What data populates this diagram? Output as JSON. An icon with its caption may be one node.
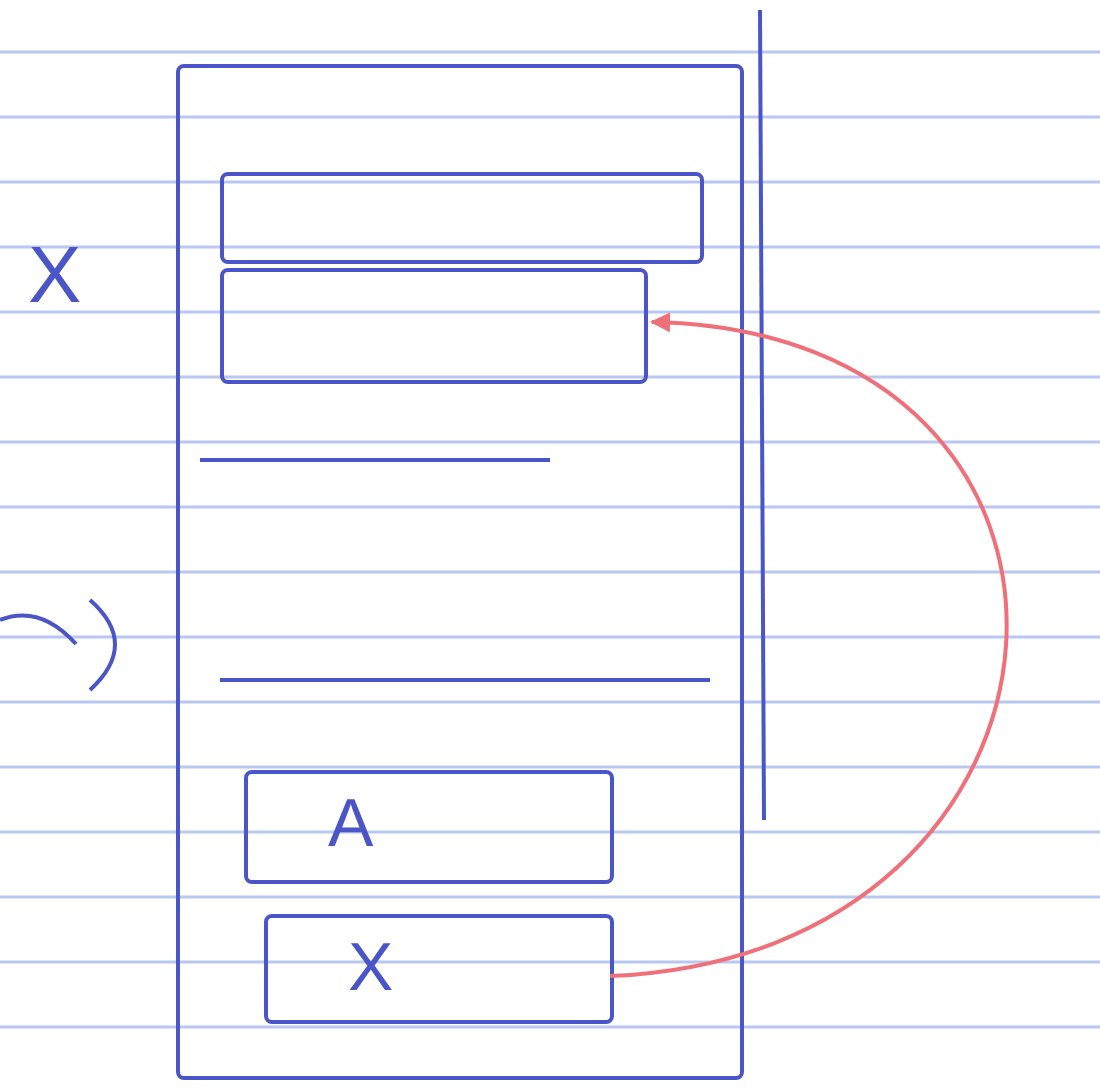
{
  "diagram": {
    "nodes": [
      {
        "text": [],
        "shape": "box"
      },
      {
        "text": [],
        "shape": "box",
        "in": 0
      },
      {
        "text": [],
        "shape": "box",
        "in": 0
      },
      {
        "text": [
          "A"
        ],
        "in": 0
      },
      {
        "text": [
          "X"
        ],
        "in": 0
      }
    ],
    "edges": [
      {
        "from": 4,
        "to": 2,
        "arrow": "to",
        "color": "#f0707a"
      }
    ],
    "labels": [
      "X"
    ]
  }
}
